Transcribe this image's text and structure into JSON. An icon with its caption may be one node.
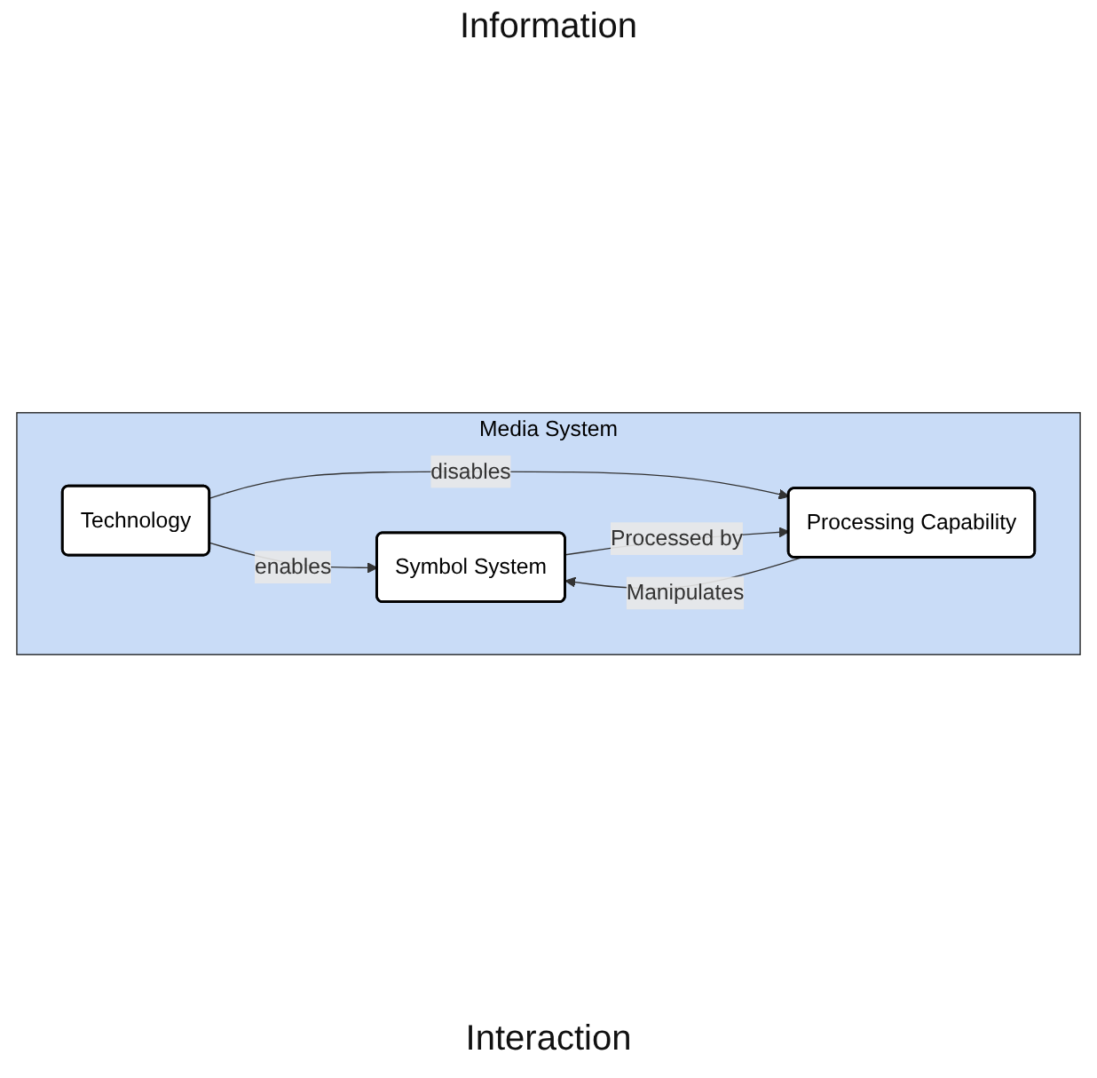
{
  "diagram": {
    "nodes": [
      {
        "text": [
          "Media System"
        ]
      },
      {
        "text": [
          "Technology"
        ],
        "in": 0
      },
      {
        "text": [
          "Symbol System"
        ],
        "in": 0
      },
      {
        "text": [
          "Processing Capability"
        ],
        "in": 0
      }
    ],
    "edges": [
      {
        "from": 1,
        "to": 2,
        "arrow": "to",
        "label": "enables"
      },
      {
        "from": 1,
        "to": 3,
        "arrow": "to",
        "label": "disables"
      },
      {
        "from": 2,
        "to": 3,
        "arrow": "to",
        "label": "Processed by"
      },
      {
        "from": 3,
        "to": 2,
        "arrow": "to",
        "label": "Manipulates"
      }
    ],
    "labels": [
      "Information",
      "Interaction"
    ]
  }
}
